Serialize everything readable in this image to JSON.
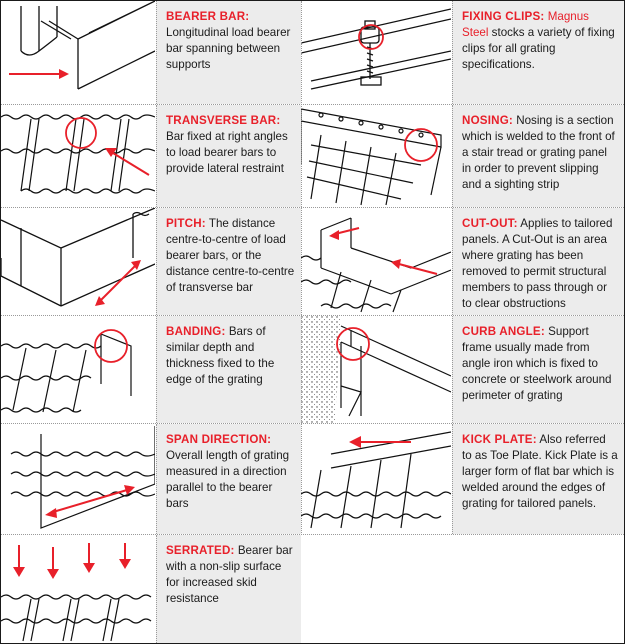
{
  "entries": [
    {
      "term": "BEARER BAR:",
      "desc": "Longitudinal load bearer bar spanning between supports"
    },
    {
      "term": "FIXING CLIPS:",
      "brand": "Magnus Steel",
      "desc": "stocks a variety of fixing clips for all grating specifications."
    },
    {
      "term": "TRANSVERSE BAR:",
      "desc": "Bar fixed at right angles to load bearer bars to provide lateral restraint"
    },
    {
      "term": "NOSING:",
      "desc": "Nosing is a section which is welded to the front of a stair tread or grating panel in order to prevent slipping and a sighting strip"
    },
    {
      "term": "PITCH:",
      "desc": "The distance centre-to-centre of load bearer bars, or the distance centre-to-centre of transverse bar"
    },
    {
      "term": "CUT-OUT:",
      "desc": "Applies to tailored panels. A Cut-Out is an area where grating has been removed to permit structural members to pass through or to clear obstructions"
    },
    {
      "term": "BANDING:",
      "desc": "Bars of similar depth and thickness fixed to the edge of the grating"
    },
    {
      "term": "CURB ANGLE:",
      "desc": "Support frame usually made from angle iron which is fixed to concrete or steelwork around perimeter of grating"
    },
    {
      "term": "SPAN DIRECTION:",
      "desc": "Overall length of grating measured in a direction parallel to the bearer bars"
    },
    {
      "term": "KICK PLATE:",
      "desc": "Also referred to as Toe Plate. Kick Plate is a larger form of flat bar which is welded around the edges of grating for tailored panels."
    },
    {
      "term": "SERRATED:",
      "desc": "Bearer bar with a non-slip surface for increased skid resistance"
    }
  ],
  "colors": {
    "accent": "#e8202a",
    "panel": "#ececec",
    "ink": "#1b1b1b"
  }
}
